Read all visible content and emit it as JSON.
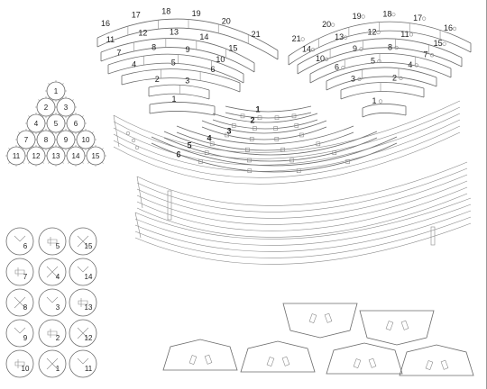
{
  "colors": {
    "stroke": "#6b6b6b",
    "background": "#ffffff",
    "text": "#222222"
  },
  "left_arc_rows": [
    [
      "16",
      "17",
      "18",
      "19",
      "20",
      "21"
    ],
    [
      "11",
      "12",
      "13",
      "14",
      "15"
    ],
    [
      "7",
      "8",
      "9",
      "10"
    ],
    [
      "4",
      "5",
      "6"
    ],
    [
      "2",
      "3"
    ],
    [
      "1"
    ]
  ],
  "right_arc_rows": [
    [
      "21",
      "20",
      "19",
      "18",
      "17",
      "16"
    ],
    [
      "14",
      "13",
      "12",
      "11",
      "15"
    ],
    [
      "10",
      "9",
      "8",
      "7"
    ],
    [
      "6",
      "5",
      "4"
    ],
    [
      "3",
      "2"
    ],
    [
      "1"
    ]
  ],
  "rib_labels": [
    "1",
    "2",
    "3",
    "4",
    "5",
    "6"
  ],
  "triangle_gears": [
    "1",
    "2",
    "3",
    "4",
    "5",
    "6",
    "7",
    "8",
    "9",
    "10",
    "11",
    "12",
    "13",
    "14",
    "15"
  ],
  "round_pieces": [
    "6",
    "5",
    "15",
    "7",
    "4",
    "14",
    "8",
    "3",
    "13",
    "9",
    "2",
    "12",
    "10",
    "1",
    "11"
  ]
}
